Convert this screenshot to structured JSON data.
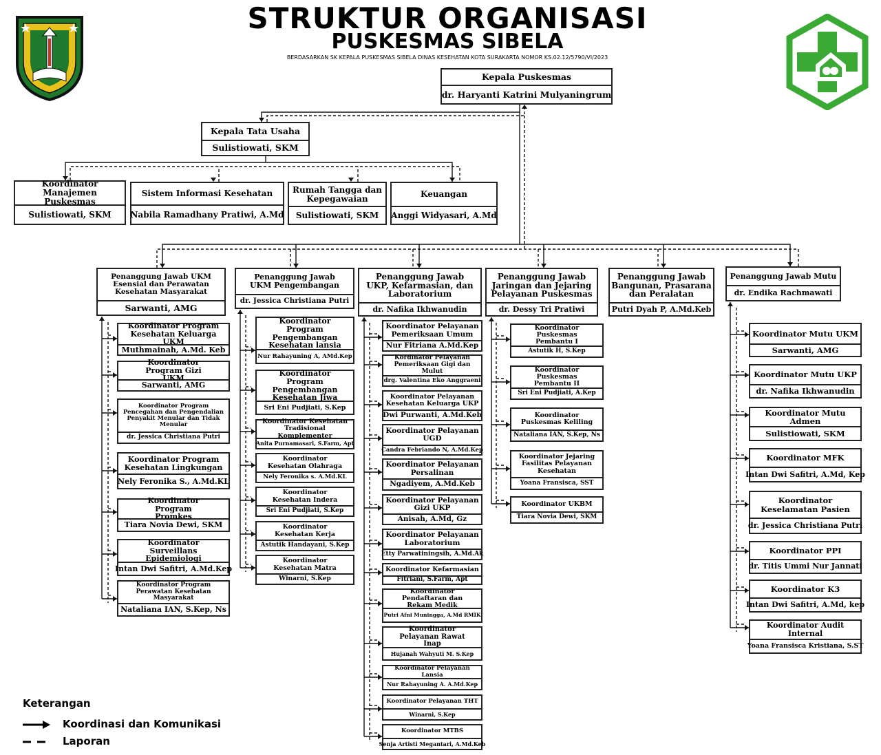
{
  "header": {
    "title": "STRUKTUR ORGANISASI",
    "subtitle": "PUSKESMAS SIBELA",
    "decree": "BERDASARKAN SK KEPALA PUSKESMAS SIBELA DINAS KESEHATAN KOTA SURAKARTA NOMOR KS.02.12/5790/VI/2023"
  },
  "logos": {
    "left_icon": "surakarta-crest",
    "right_icon": "puskesmas-logo",
    "accent": "#3aaa35",
    "crest_green": "#1f7a2e",
    "crest_gold": "#e8c21a"
  },
  "head": {
    "role": "Kepala Puskesmas",
    "name": "dr. Haryanti Katrini Mulyaningrum"
  },
  "admin": {
    "role": "Kepala Tata Usaha",
    "name": "Sulistiowati, SKM"
  },
  "admin_units": [
    {
      "role": "Koordinator Manajemen Puskesmas",
      "name": "Sulistiowati, SKM"
    },
    {
      "role": "Sistem Informasi Kesehatan",
      "name": "Nabila Ramadhany Pratiwi, A.Md"
    },
    {
      "role": "Rumah Tangga dan Kepegawaian",
      "name": "Sulistiowati, SKM"
    },
    {
      "role": "Keuangan",
      "name": "Anggi Widyasari, A.Md"
    }
  ],
  "columns": [
    {
      "role": "Penanggung Jawab UKM Esensial dan Perawatan Kesehatan Masyarakat",
      "name": "Sarwanti, AMG",
      "items": [
        {
          "role": "Koordinator Program Kesehatan Keluarga UKM",
          "name": "Muthmainah, A.Md. Keb"
        },
        {
          "role": "Koordinator Program Gizi UKM",
          "name": "Sarwanti, AMG"
        },
        {
          "role": "Koordinator Program Pencegahan dan Pengendalian Penyakit Menular dan Tidak Menular",
          "name": "dr. Jessica Christiana Putri"
        },
        {
          "role": "Koordinator Program Kesehatan Lingkungan",
          "name": "Nely Feronika S., A.Md.KL"
        },
        {
          "role": "Koordinator Program Promkes",
          "name": "Tiara Novia Dewi, SKM"
        },
        {
          "role": "Koordinator Surveillans Epidemiologi",
          "name": "Intan Dwi Safitri, A.Md.Kep"
        },
        {
          "role": "Koordinator Program Perawatan Kesehatan Masyarakat",
          "name": "Nataliana IAN, S.Kep, Ns"
        }
      ]
    },
    {
      "role": "Penanggung Jawab UKM Pengembangan",
      "name": "dr. Jessica Christiana Putri",
      "items": [
        {
          "role": "Koordinator Program Pengembangan Kesehatan lansia",
          "name": "Nur Rahayuning A, AMd.Kep"
        },
        {
          "role": "Koordinator Program Pengembangan Kesehatan Jiwa",
          "name": "Sri Eni Pudjiati, S.Kep"
        },
        {
          "role": "Koordinator Kesehatan Tradisional Komplementer",
          "name": "Anita Purnamasari, S.Farm, Apt"
        },
        {
          "role": "Koordinator Kesehatan Olahraga",
          "name": "Nely Feronika s. A.Md.KL"
        },
        {
          "role": "Koordinator Kesehatan Indera",
          "name": "Sri Eni Pudjiati, S.Kep"
        },
        {
          "role": "Koordinator Kesehatan Kerja",
          "name": "Astutik Handayani, S.Kep"
        },
        {
          "role": "Koordinator Kesehatan Matra",
          "name": "Winarni, S.Kep"
        }
      ]
    },
    {
      "role": "Penanggung Jawab UKP, Kefarmasian, dan Laboratorium",
      "name": "dr. Nafika Ikhwanudin",
      "items": [
        {
          "role": "Koordinator Pelayanan Pemeriksaan Umum",
          "name": "Nur Fitriana A.Md.Kep"
        },
        {
          "role": "Kordinator Pelayanan Pemeriksaan Gigi dan Mulut",
          "name": "drg. Valentina Eko Anggraeni"
        },
        {
          "role": "Koordinator Pelayanan Kesehatan Keluarga UKP",
          "name": "Dwi Purwanti, A.Md.Keb"
        },
        {
          "role": "Koordinator Pelayanan UGD",
          "name": "Candra Febriando N, A.Md.Kep"
        },
        {
          "role": "Koordinator Pelayanan Persalinan",
          "name": "Ngadiyem, A.Md.Keb"
        },
        {
          "role": "Koordinator Pelayanan Gizi UKP",
          "name": "Anisah, A.Md, Gz"
        },
        {
          "role": "Koordinator Pelayanan Laboratorium",
          "name": "Etty Parwatiningsih, A.Md.Ak"
        },
        {
          "role": "Koordinator Kefarmasian",
          "name": "Fitriani, S.Farm, Apt"
        },
        {
          "role": "Koordinator Pendaftaran dan Rekam Medik",
          "name": "Putri Afni Muningga, A.Md RMIK"
        },
        {
          "role": "Koordinator Pelayanan Rawat Inap",
          "name": "Hujanah Wahyuti M. S.Kep"
        },
        {
          "role": "Koordinator Pelayanan Lansia",
          "name": "Nur Rahayuning A. A.Md.Kep"
        },
        {
          "role": "Koordinator Pelayanan THT",
          "name": "Winarni, S.Kep"
        },
        {
          "role": "Koordinator MTBS",
          "name": "Senja Artisti Megantari, A.Md.Keb"
        }
      ]
    },
    {
      "role": "Penanggung Jawab Jaringan dan Jejaring Pelayanan Puskesmas",
      "name": "dr. Dessy Tri Pratiwi",
      "items": [
        {
          "role": "Koordinator Puskesmas Pembantu I",
          "name": "Astutik H, S.Kep"
        },
        {
          "role": "Koordinator Puskesmas Pembantu II",
          "name": "Sri Eni Pudjiati, A.Kep"
        },
        {
          "role": "Koordinator Puskesmas Keliling",
          "name": "Nataliana IAN, S.Kep, Ns"
        },
        {
          "role": "Koordinator Jejaring Fasilitas Pelayanan Kesehatan",
          "name": "Yoana Fransisca, SST"
        },
        {
          "role": "Koordinator UKBM",
          "name": "Tiara Novia Dewi, SKM"
        }
      ]
    },
    {
      "role": "Penanggung Jawab Bangunan, Prasarana dan Peralatan",
      "name": "Putri Dyah P, A.Md.Keb",
      "items": []
    },
    {
      "role": "Penanggung Jawab Mutu",
      "name": "dr. Endika Rachmawati",
      "items": [
        {
          "role": "Koordinator Mutu UKM",
          "name": "Sarwanti, AMG"
        },
        {
          "role": "Koordinator Mutu UKP",
          "name": "dr. Nafika Ikhwanudin"
        },
        {
          "role": "Koordinator Mutu Admen",
          "name": "Sulistiowati, SKM"
        },
        {
          "role": "Koordinator MFK",
          "name": "Intan Dwi Safitri, A.Md, Kep"
        },
        {
          "role": "Koordinator Keselamatan Pasien",
          "name": "dr. Jessica Christiana Putri"
        },
        {
          "role": "Koordinator PPI",
          "name": "dr. Titis Ummi Nur Jannati"
        },
        {
          "role": "Koordinator K3",
          "name": "Intan Dwi Safitri, A.Md, kep"
        },
        {
          "role": "Koordinator Audit Internal",
          "name": "Yoana Fransisca Kristiana, S.ST"
        }
      ]
    }
  ],
  "legend": {
    "title": "Keterangan",
    "solid": "Koordinasi dan Komunikasi",
    "dashed": "Laporan"
  }
}
